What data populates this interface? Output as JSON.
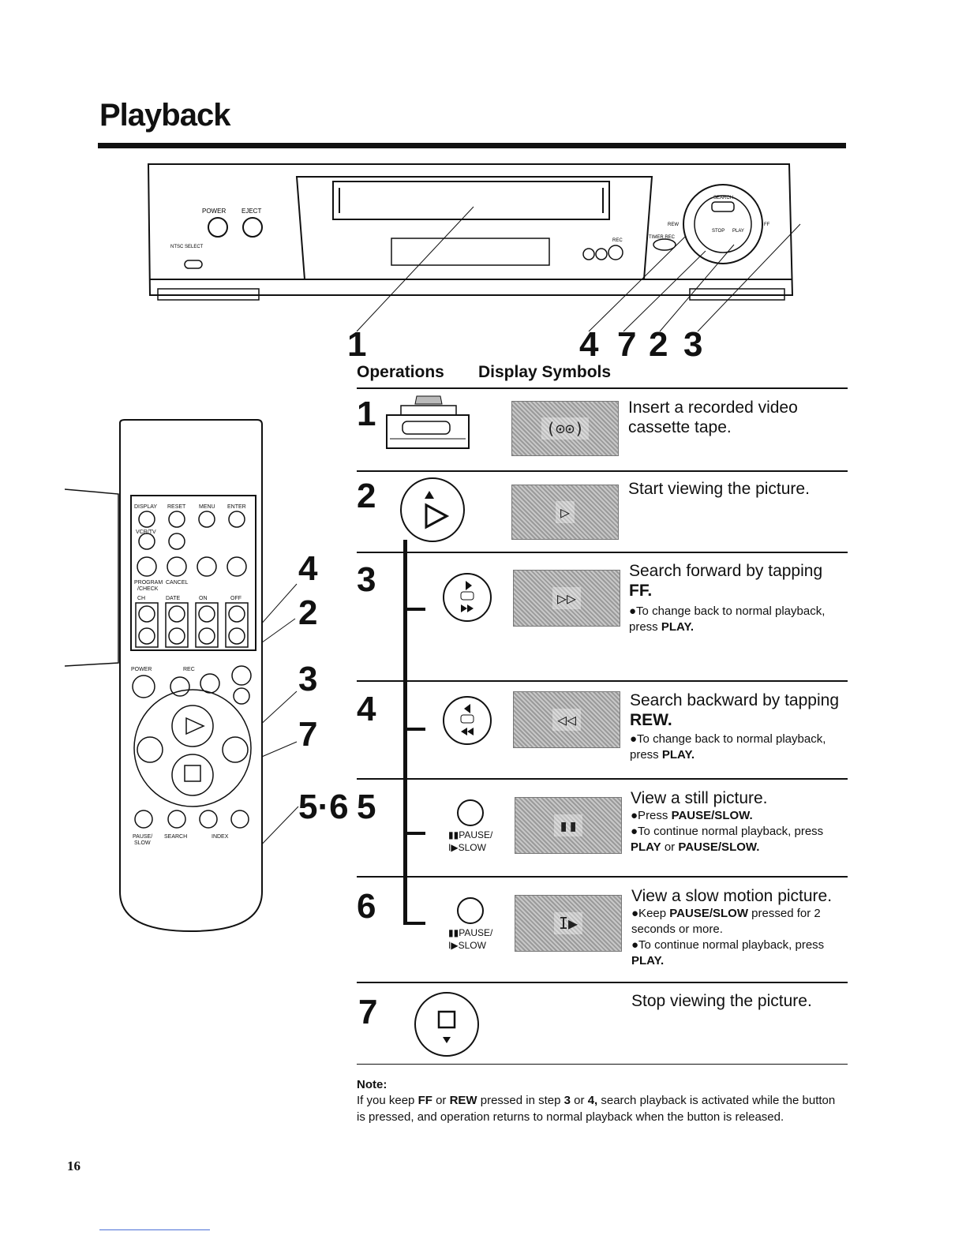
{
  "page": {
    "title": "Playback",
    "number": "16"
  },
  "vcr": {
    "labels": {
      "power": "POWER",
      "eject": "EJECT",
      "ntsc": "NTSC SELECT",
      "search": "SEARCH",
      "rew": "REW",
      "ff": "FF",
      "stop": "STOP",
      "play": "PLAY",
      "timer": "TIMER REC",
      "rec": "REC"
    },
    "callouts": [
      "1",
      "4",
      "7",
      "2",
      "3"
    ]
  },
  "remote": {
    "labels": {
      "display": "DISPLAY",
      "reset": "RESET",
      "menu": "MENU",
      "enter": "ENTER",
      "vcrtv": "VCR/TV",
      "program": "PROGRAM",
      "cancel": "CANCEL",
      "check": "/CHECK",
      "ch": "CH",
      "date": "DATE",
      "on": "ON",
      "off": "OFF",
      "power": "POWER",
      "rec": "REC",
      "pause": "PAUSE/",
      "slow": "SLOW",
      "search": "SEARCH",
      "index": "INDEX"
    },
    "callouts": [
      "4",
      "2",
      "3",
      "7",
      "5·6"
    ]
  },
  "headers": {
    "operations": "Operations",
    "display": "Display Symbols"
  },
  "steps": [
    {
      "num": "1",
      "text": "Insert a recorded video cassette tape.",
      "display_glyph": "(⊙⊙)"
    },
    {
      "num": "2",
      "text": "Start viewing the picture.",
      "display_glyph": "▷"
    },
    {
      "num": "3",
      "text": "Search forward by tapping",
      "text_bold": "FF.",
      "sub": "●To change back to normal playback, press",
      "sub_bold": "PLAY.",
      "display_glyph": "▷▷"
    },
    {
      "num": "4",
      "text": "Search backward by tapping",
      "text_bold": "REW.",
      "sub": "●To change back to normal playback, press",
      "sub_bold": "PLAY.",
      "display_glyph": "◁◁"
    },
    {
      "num": "5",
      "text": "View a still picture.",
      "sub1_pre": "●Press",
      "sub1_bold": "PAUSE/SLOW.",
      "sub2": "●To continue normal playback, press",
      "sub2_bold_a": "PLAY",
      "sub2_or": "or",
      "sub2_bold_b": "PAUSE/SLOW.",
      "btn_a": "▮▮PAUSE/",
      "btn_b": "I▶SLOW",
      "display_glyph": "▮▮"
    },
    {
      "num": "6",
      "text": "View a slow motion picture.",
      "sub1_pre": "●Keep",
      "sub1_bold": "PAUSE/SLOW",
      "sub1_post": "pressed for 2 seconds or more.",
      "sub2": "●To continue normal playback, press",
      "sub2_bold": "PLAY.",
      "btn_a": "▮▮PAUSE/",
      "btn_b": "I▶SLOW",
      "display_glyph": "I▶"
    },
    {
      "num": "7",
      "text": "Stop viewing the picture."
    }
  ],
  "note": {
    "title": "Note:",
    "p1": "If you keep",
    "b1": "FF",
    "p2": "or",
    "b2": "REW",
    "p3": "pressed in step",
    "b3": "3",
    "p4": "or",
    "b4": "4,",
    "p5": "search playback is activated while the button is pressed, and operation returns to normal playback when the button is released."
  }
}
